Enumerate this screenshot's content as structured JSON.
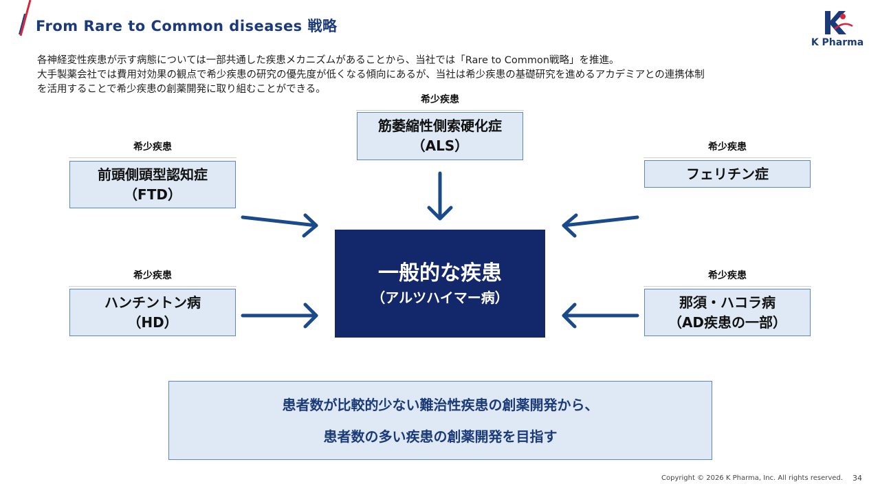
{
  "header": {
    "title": "From Rare to Common diseases 戦略",
    "logo_text": "K Pharma"
  },
  "intro": {
    "line1": "各神経変性疾患が示す病態については一部共通した疾患メカニズムがあることから、当社では「Rare to Common戦略」を推進。",
    "line2": "大手製薬会社では費用対効果の観点で希少疾患の研究の優先度が低くなる傾向にあるが、当社は希少疾患の基礎研究を進めるアカデミアとの連携体制",
    "line3": "を活用することで希少疾患の創薬開発に取り組むことができる。"
  },
  "diagram": {
    "top": {
      "tag": "希少疾患",
      "line1": "筋萎縮性側索硬化症",
      "line2": "（ALS）"
    },
    "left_upper": {
      "tag": "希少疾患",
      "line1": "前頭側頭型認知症",
      "line2": "（FTD）"
    },
    "right_upper": {
      "tag": "希少疾患",
      "line1": "フェリチン症"
    },
    "left_lower": {
      "tag": "希少疾患",
      "line1": "ハンチントン病",
      "line2": "（HD）"
    },
    "right_lower": {
      "tag": "希少疾患",
      "line1": "那須・ハコラ病",
      "line2": "（AD疾患の一部）"
    },
    "center": {
      "main": "一般的な疾患",
      "sub": "（アルツハイマー病）"
    }
  },
  "summary": {
    "line1": "患者数が比較的少ない難治性疾患の創薬開発から、",
    "line2": "患者数の多い疾患の創薬開発を目指す"
  },
  "footer": {
    "copyright": "Copyright © 2026 K Pharma, Inc. All rights reserved.",
    "page": "34"
  },
  "colors": {
    "brand_navy": "#13286b",
    "accent_red": "#d9253a",
    "box_fill": "#dfe9f5",
    "box_border": "#5b86c4",
    "arrow": "#1a4a8a"
  }
}
